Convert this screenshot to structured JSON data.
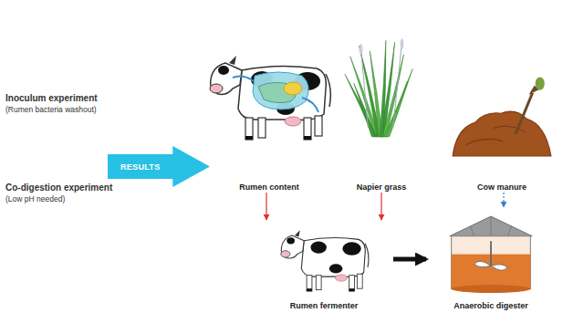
{
  "diagram": {
    "nodes": [
      {
        "text": [
          "RESULTS"
        ]
      },
      {
        "text": [
          "Rumen content"
        ]
      },
      {
        "text": [
          "Napier grass"
        ]
      },
      {
        "text": [
          "Cow manure"
        ]
      },
      {
        "text": [
          "Rumen fermenter"
        ]
      },
      {
        "text": [
          "Anaerobic digester"
        ]
      }
    ],
    "edges": [
      {
        "from": 1,
        "to": 4,
        "arrow": "to"
      },
      {
        "from": 2,
        "to": 4,
        "arrow": "to"
      },
      {
        "from": 3,
        "to": 5,
        "arrow": "to"
      },
      {
        "from": 4,
        "to": 5,
        "arrow": "to"
      }
    ],
    "labels": [
      "Inoculum experiment",
      "(Rumen bacteria washout)",
      "Co-digestion experiment",
      "(Low pH needed)"
    ]
  }
}
